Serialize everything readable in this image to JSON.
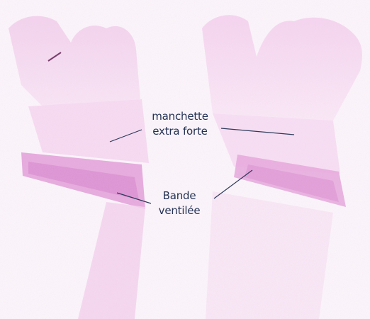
{
  "annotations": {
    "cuff": {
      "line1": "manchette",
      "line2": "extra forte"
    },
    "band": {
      "line1": "Bande",
      "line2": "ventilée"
    }
  },
  "colors": {
    "glove_light": "#f4d6ee",
    "glove_mid": "#e9b3df",
    "glove_band": "#d884cf",
    "label_ink": "#243254",
    "background": "#fbf8fb"
  }
}
